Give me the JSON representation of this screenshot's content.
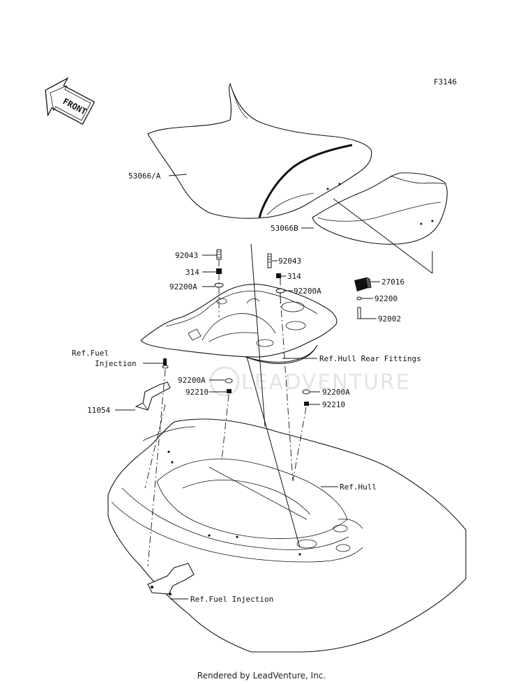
{
  "figure_code": "F3146",
  "front_arrow_text": "FRONT",
  "watermark": "LEADVENTURE",
  "credit": "Rendered by LeadVenture, Inc.",
  "labels": {
    "seat_front": "53066/A",
    "seat_rear": "53066B",
    "bolt_left": "92043",
    "bolt_right": "92043",
    "spacer_left": "314",
    "spacer_right": "314",
    "washer_left_top": "92200A",
    "washer_right_top": "92200A",
    "bracket_27016": "27016",
    "washer_92200": "92200",
    "bolt_92002": "92002",
    "ref_hull_rear": "Ref.Hull Rear Fittings",
    "ref_fuel_1": "Ref.Fuel",
    "ref_fuel_2": "Injection",
    "washer_mid_left": "92200A",
    "nut_mid_left": "92210",
    "washer_mid_right": "92200A",
    "nut_mid_right": "92210",
    "bracket_11054": "11054",
    "ref_hull": "Ref.Hull",
    "ref_fuel_bottom": "Ref.Fuel Injection"
  }
}
